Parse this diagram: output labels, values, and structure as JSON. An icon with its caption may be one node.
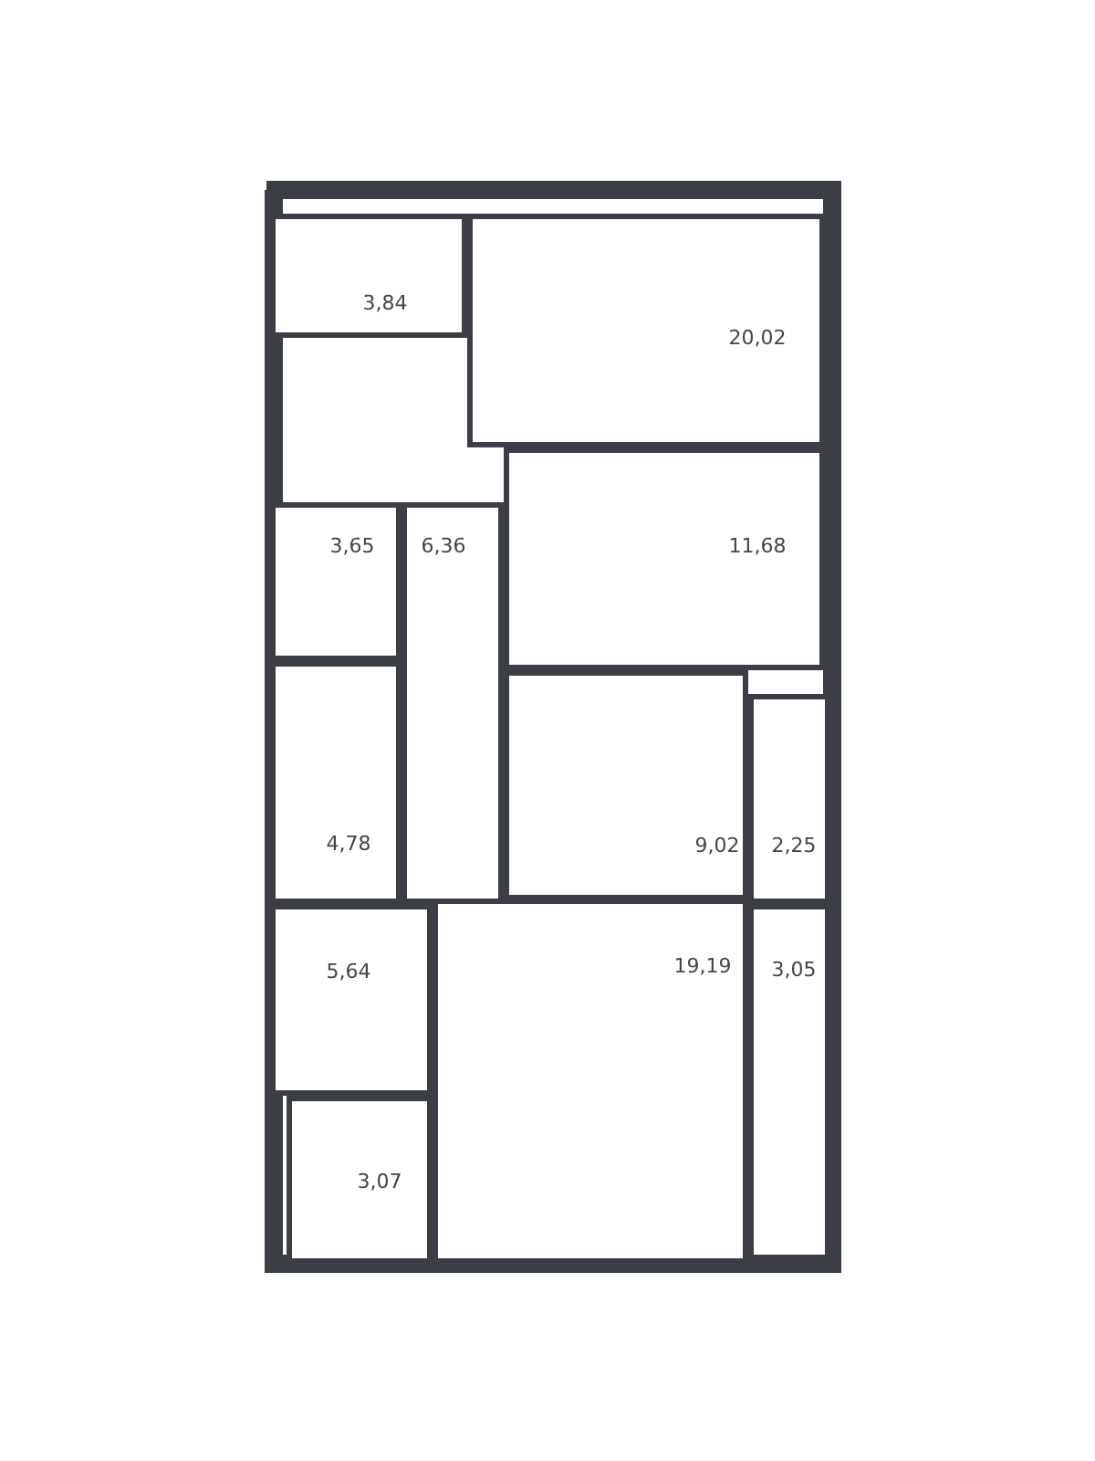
{
  "diagram": {
    "nodes": [
      {
        "text": [
          "3,84"
        ]
      },
      {
        "text": [
          "20,02"
        ]
      },
      {
        "text": [
          "3,65"
        ]
      },
      {
        "text": [
          "6,36"
        ]
      },
      {
        "text": [
          "11,68"
        ]
      },
      {
        "text": [
          "4,78"
        ]
      },
      {
        "text": [
          "9,02"
        ]
      },
      {
        "text": [
          "2,25"
        ]
      },
      {
        "text": [
          "5,64"
        ]
      },
      {
        "text": [
          "19,19"
        ]
      },
      {
        "text": [
          "3,05"
        ]
      },
      {
        "text": [
          "3,07"
        ]
      }
    ]
  }
}
